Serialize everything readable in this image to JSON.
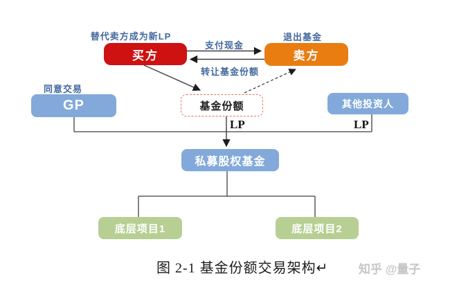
{
  "colors": {
    "buyer_red": "#ce1111",
    "seller_orange": "#e97d12",
    "blue_node": "#82a9d9",
    "green_node": "#b7cf93",
    "share_dashed_border": "#dc756b",
    "edge_label_blue": "#44689e",
    "connector_line": "#3f3f3f",
    "watermark_gray": "#c6c6c6"
  },
  "nodes": {
    "buyer": "买方",
    "seller": "卖方",
    "gp": "GP",
    "fund_share": "基金份额",
    "other_investors": "其他投资人",
    "pe_fund": "私募股权基金",
    "project1": "底层项目1",
    "project2": "底层项目2"
  },
  "edge_labels": {
    "become_new_lp": "替代卖方成为新LP",
    "pay_cash": "支付现金",
    "transfer_share": "转让基金份额",
    "exit_fund": "退出基金",
    "agree_trade": "同意交易",
    "lp_center": "LP",
    "lp_right": "LP"
  },
  "caption": {
    "text": "图 2-1  基金份额交易架构",
    "return_mark": "↵"
  },
  "watermark": "知乎 @量子"
}
